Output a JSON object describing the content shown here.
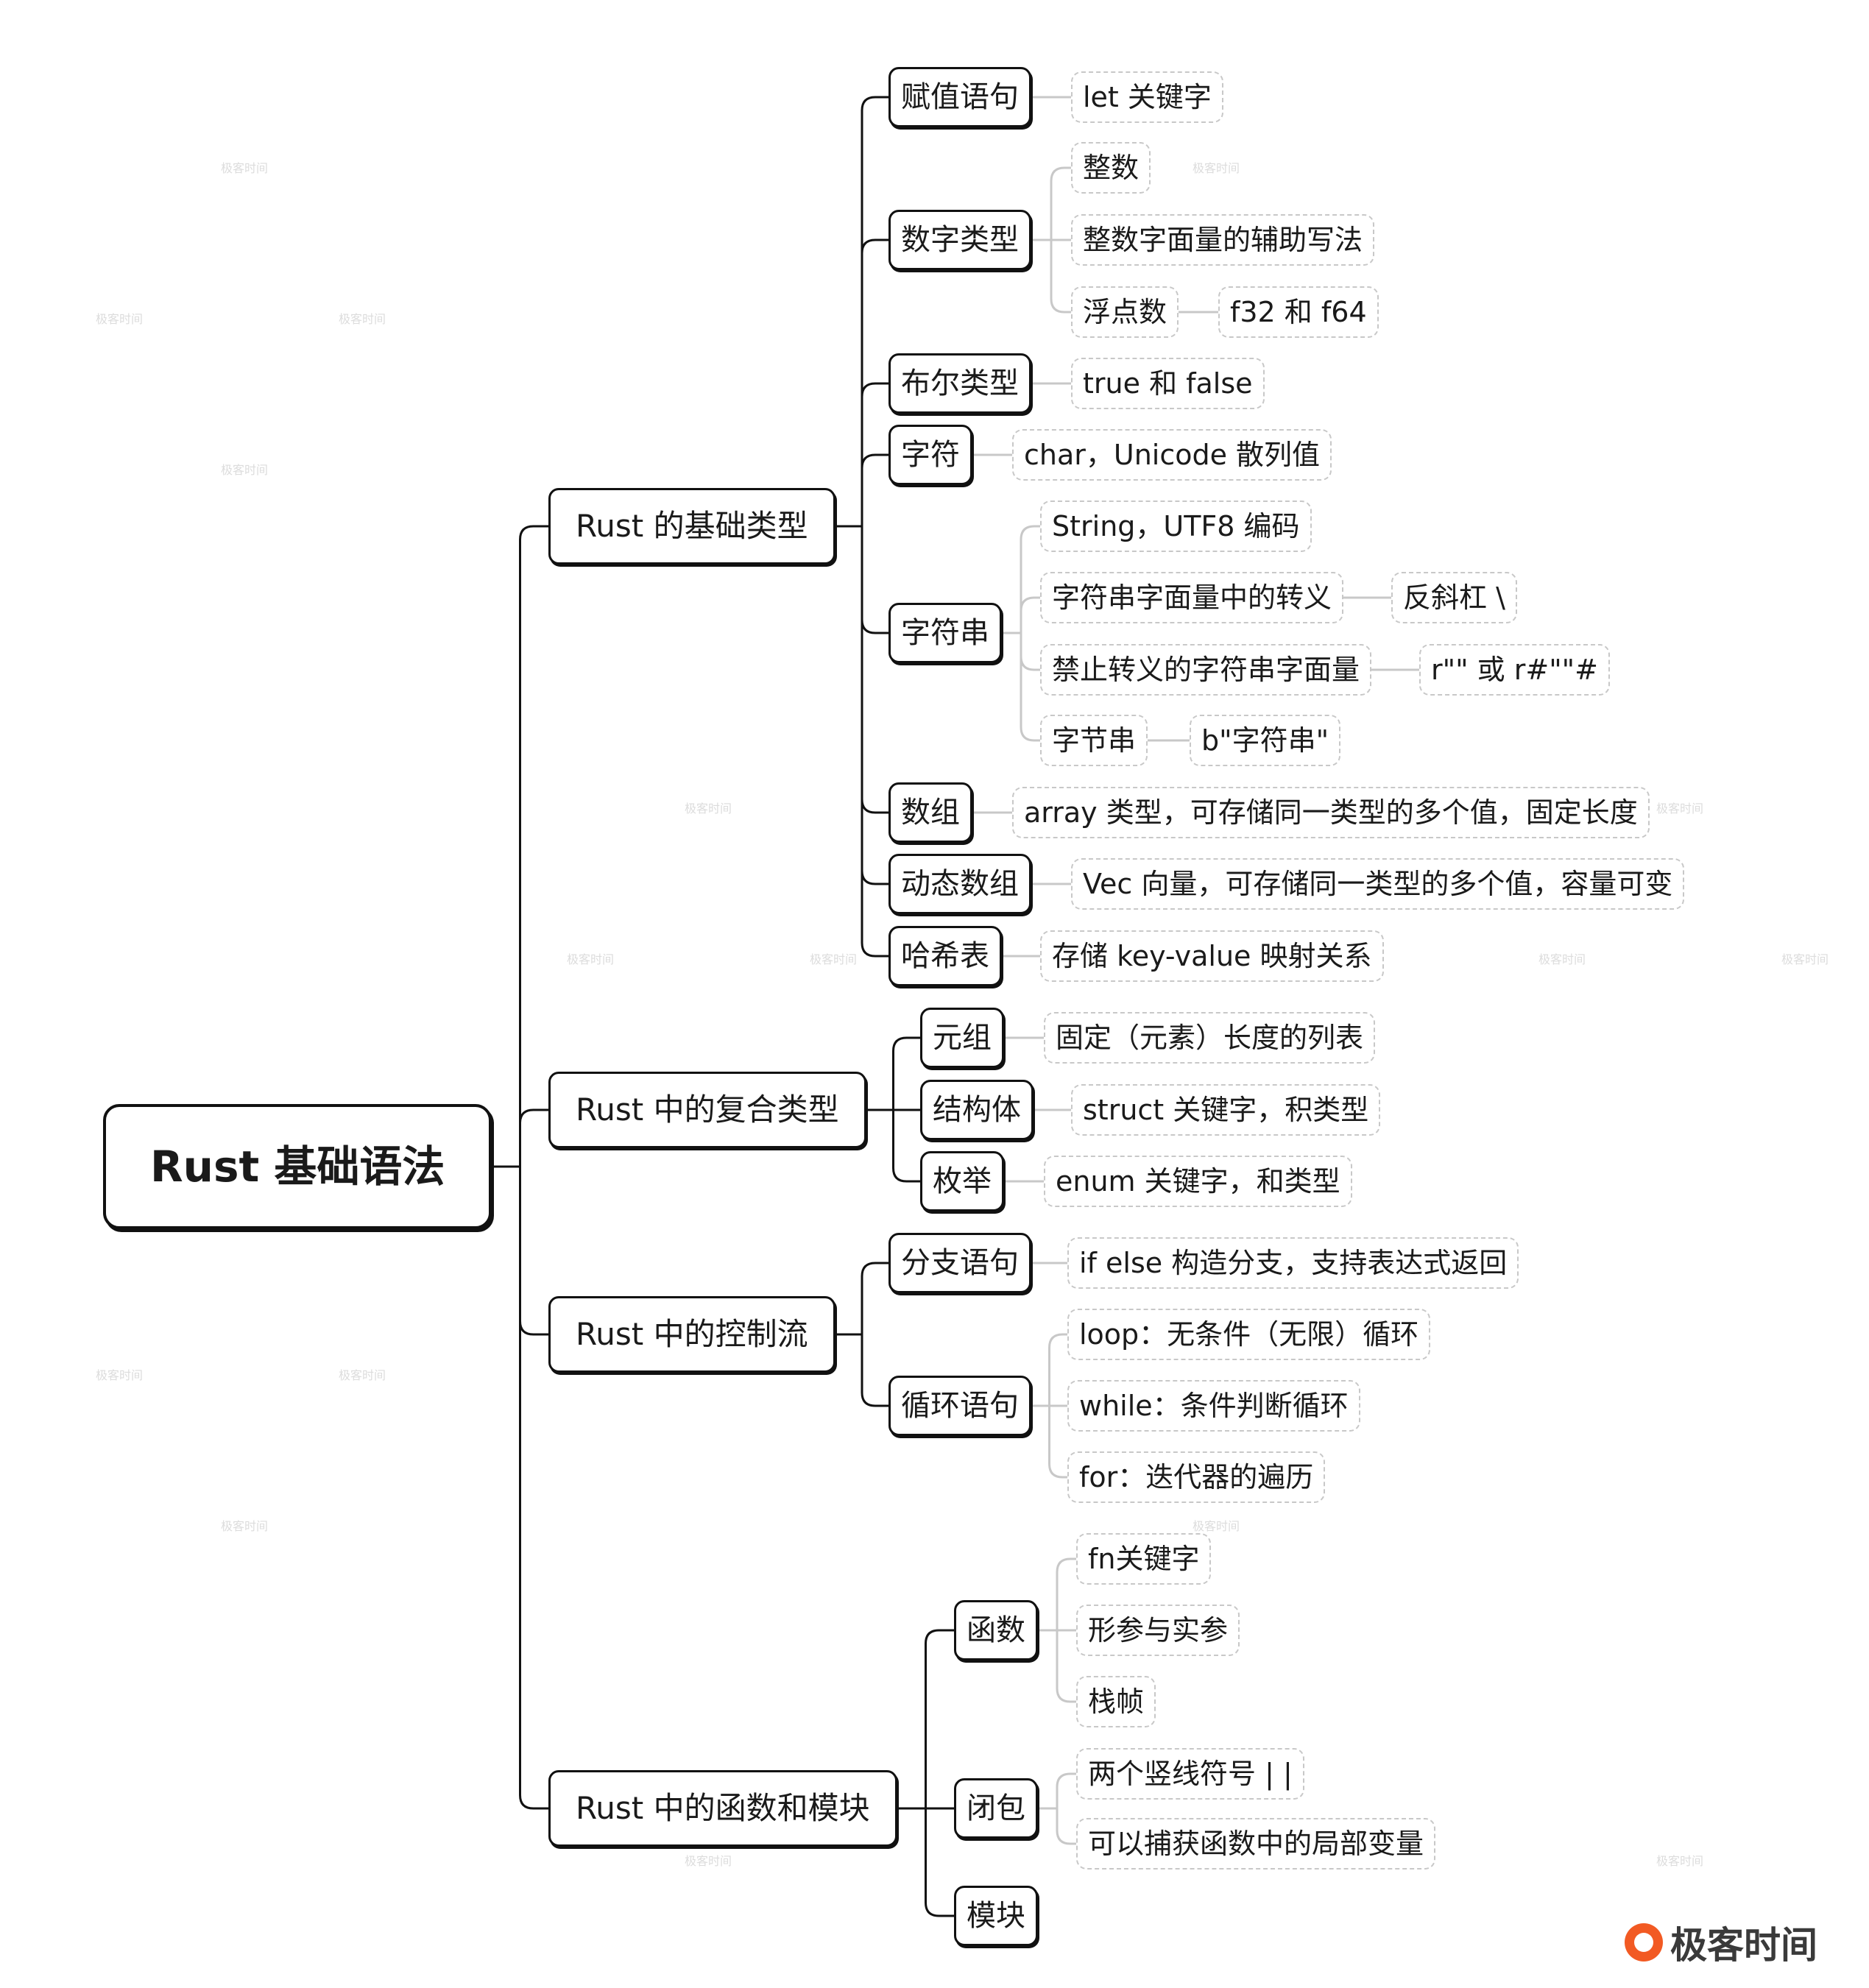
{
  "root": "Rust 基础语法",
  "branches": [
    {
      "label": "Rust 的基础类型",
      "children": [
        {
          "label": "赋值语句",
          "children": [
            {
              "label": "let 关键字"
            }
          ]
        },
        {
          "label": "数字类型",
          "children": [
            {
              "label": "整数"
            },
            {
              "label": "整数字面量的辅助写法"
            },
            {
              "label": "浮点数",
              "children": [
                {
                  "label": "f32 和 f64"
                }
              ]
            }
          ]
        },
        {
          "label": "布尔类型",
          "children": [
            {
              "label": "true 和 false"
            }
          ]
        },
        {
          "label": "字符",
          "children": [
            {
              "label": "char，Unicode 散列值"
            }
          ]
        },
        {
          "label": "字符串",
          "children": [
            {
              "label": "String，UTF8 编码"
            },
            {
              "label": "字符串字面量中的转义",
              "children": [
                {
                  "label": "反斜杠 \\"
                }
              ]
            },
            {
              "label": "禁止转义的字符串字面量",
              "children": [
                {
                  "label": "r\"\" 或 r#\"\"#"
                }
              ]
            },
            {
              "label": "字节串",
              "children": [
                {
                  "label": "b\"字符串\""
                }
              ]
            }
          ]
        },
        {
          "label": "数组",
          "children": [
            {
              "label": "array 类型，可存储同一类型的多个值，固定长度"
            }
          ]
        },
        {
          "label": "动态数组",
          "children": [
            {
              "label": "Vec 向量，可存储同一类型的多个值，容量可变"
            }
          ]
        },
        {
          "label": "哈希表",
          "children": [
            {
              "label": "存储 key-value 映射关系"
            }
          ]
        }
      ]
    },
    {
      "label": "Rust 中的复合类型",
      "children": [
        {
          "label": "元组",
          "children": [
            {
              "label": "固定（元素）长度的列表"
            }
          ]
        },
        {
          "label": "结构体",
          "children": [
            {
              "label": "struct 关键字，积类型"
            }
          ]
        },
        {
          "label": "枚举",
          "children": [
            {
              "label": "enum 关键字，和类型"
            }
          ]
        }
      ]
    },
    {
      "label": "Rust 中的控制流",
      "children": [
        {
          "label": "分支语句",
          "children": [
            {
              "label": "if else 构造分支，支持表达式返回"
            }
          ]
        },
        {
          "label": "循环语句",
          "children": [
            {
              "label": "loop：无条件（无限）循环"
            },
            {
              "label": "while：条件判断循环"
            },
            {
              "label": "for：迭代器的遍历"
            }
          ]
        }
      ]
    },
    {
      "label": "Rust 中的函数和模块",
      "children": [
        {
          "label": "函数",
          "children": [
            {
              "label": "fn关键字"
            },
            {
              "label": "形参与实参"
            },
            {
              "label": "栈帧"
            }
          ]
        },
        {
          "label": "闭包",
          "children": [
            {
              "label": "两个竖线符号 | |"
            },
            {
              "label": "可以捕获函数中的局部变量"
            }
          ]
        },
        {
          "label": "模块"
        }
      ]
    }
  ],
  "watermark": "极客时间",
  "logo_text": "极客时间",
  "colors": {
    "line": "#111111",
    "dashed_border": "#c8c8c8",
    "logo_accent": "#f25a23"
  }
}
